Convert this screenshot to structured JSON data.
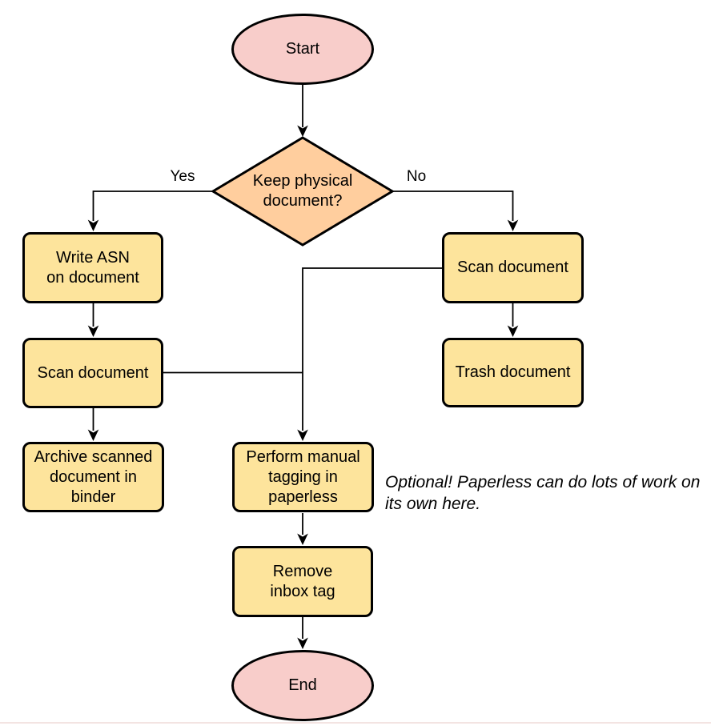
{
  "diagram": {
    "nodes": {
      "start": {
        "label": "Start",
        "shape": "terminator",
        "fill": "#f8cdca"
      },
      "decision": {
        "label": "Keep physical\ndocument?",
        "shape": "decision",
        "fill": "#ffce9e"
      },
      "write_asn": {
        "label": "Write ASN\non document",
        "shape": "process",
        "fill": "#fde49c"
      },
      "scan_left": {
        "label": "Scan document",
        "shape": "process",
        "fill": "#fde49c"
      },
      "archive": {
        "label": "Archive scanned\ndocument in\nbinder",
        "shape": "process",
        "fill": "#fde49c"
      },
      "scan_right": {
        "label": "Scan document",
        "shape": "process",
        "fill": "#fde49c"
      },
      "trash": {
        "label": "Trash document",
        "shape": "process",
        "fill": "#fde49c"
      },
      "tagging": {
        "label": "Perform manual\ntagging in\npaperless",
        "shape": "process",
        "fill": "#fde49c"
      },
      "remove_inbox": {
        "label": "Remove\ninbox tag",
        "shape": "process",
        "fill": "#fde49c"
      },
      "end": {
        "label": "End",
        "shape": "terminator",
        "fill": "#f8cdca"
      }
    },
    "edge_labels": {
      "yes": "Yes",
      "no": "No"
    },
    "annotation": "Optional! Paperless can do lots of work on\nits own here.",
    "colors": {
      "stroke": "#000000",
      "terminator_fill": "#f8cdca",
      "decision_fill": "#ffce9e",
      "process_fill": "#fde49c",
      "background": "#ffffff"
    }
  }
}
